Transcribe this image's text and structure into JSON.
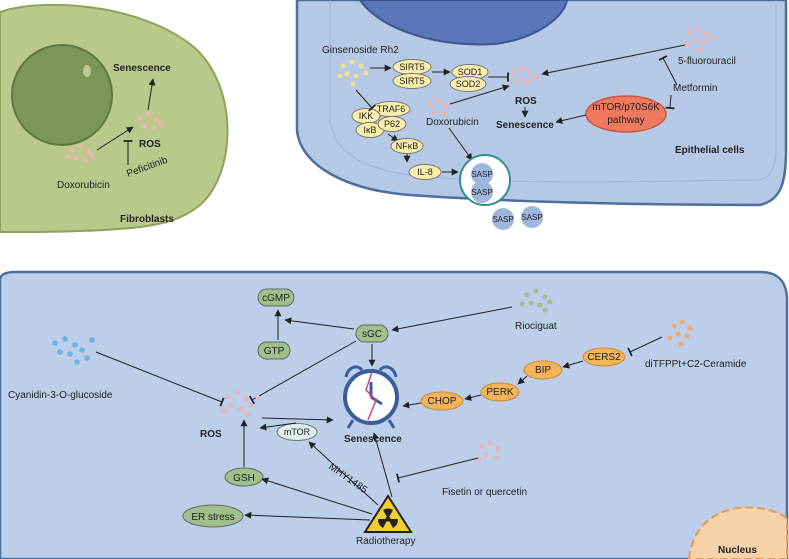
{
  "colors": {
    "fibroblast_fill": "#b9c98a",
    "fibroblast_edge": "#8da25a",
    "nucleus_dark": "#7d9655",
    "epithelial_fill": "#b5c9e6",
    "epithelial_edge": "#4d6f9d",
    "nucleus_blue": "#5a76b8",
    "tissue_fill": "#bccee9",
    "yellow_node": "#f9eeaa",
    "green_node": "#9fc08a",
    "orange_node": "#f5b45c",
    "mtor_node": "#f0785f",
    "sasp_bubble": "#9fb6dc",
    "bottom_nucleus": "#f6d2a8",
    "bottom_nucleus_edge": "#e39a55",
    "dots_pink": "#ecb4b4",
    "dots_yellow": "#eee18f",
    "dots_blue": "#68b5e8",
    "dots_orange": "#f0aa6a",
    "clock_blue": "#3c5d9c",
    "hazard_yellow": "#f2cf2e"
  },
  "icons": [
    "clock-icon",
    "radiation-hazard-icon"
  ],
  "fibroblast": {
    "title": "Fibroblasts",
    "senescence": "Senescence",
    "ros": "ROS",
    "doxorubicin": "Doxorubicin",
    "inhibitor": "Peficitinib"
  },
  "epithelial": {
    "title": "Epithelial cells",
    "ginsenoside": "Ginsenoside Rh2",
    "sirt5_a": "SIRT5",
    "sirt5_b": "SIRT5",
    "sod1": "SOD1",
    "sod2": "SOD2",
    "ros": "ROS",
    "senescence": "Senescence",
    "traf6": "TRAF6",
    "ikk": "IKK",
    "ikb": "IκB",
    "p62": "P62",
    "nfkb": "NFκB",
    "il8": "IL-8",
    "doxorubicin": "Doxorubicin",
    "fluorouracil": "5-fluorouracil",
    "metformin": "Metformin",
    "mtor_line1": "mTOR/p70S6K",
    "mtor_line2": "pathway",
    "sasp_1": "SASP",
    "sasp_2": "SASP",
    "sasp_3": "SASP",
    "sasp_4": "SASP"
  },
  "tissue": {
    "cgmp": "cGMP",
    "gtp": "GTP",
    "sgc": "sGC",
    "riociguat": "Riociguat",
    "cers2": "CERS2",
    "ceramide": "diTFPPt+C2-Ceramide",
    "bip": "BIP",
    "perk": "PERK",
    "chop": "CHOP",
    "cyanidin": "Cyanidin-3-O-glucoside",
    "ros": "ROS",
    "senescence": "Senescence",
    "mtor": "mTOR",
    "mhy": "MHY1485",
    "gsh": "GSH",
    "er_stress": "ER stress",
    "radiotherapy": "Radiotherapy",
    "fisetin": "Fisetin or quercetin",
    "nucleus": "Nucleus"
  }
}
